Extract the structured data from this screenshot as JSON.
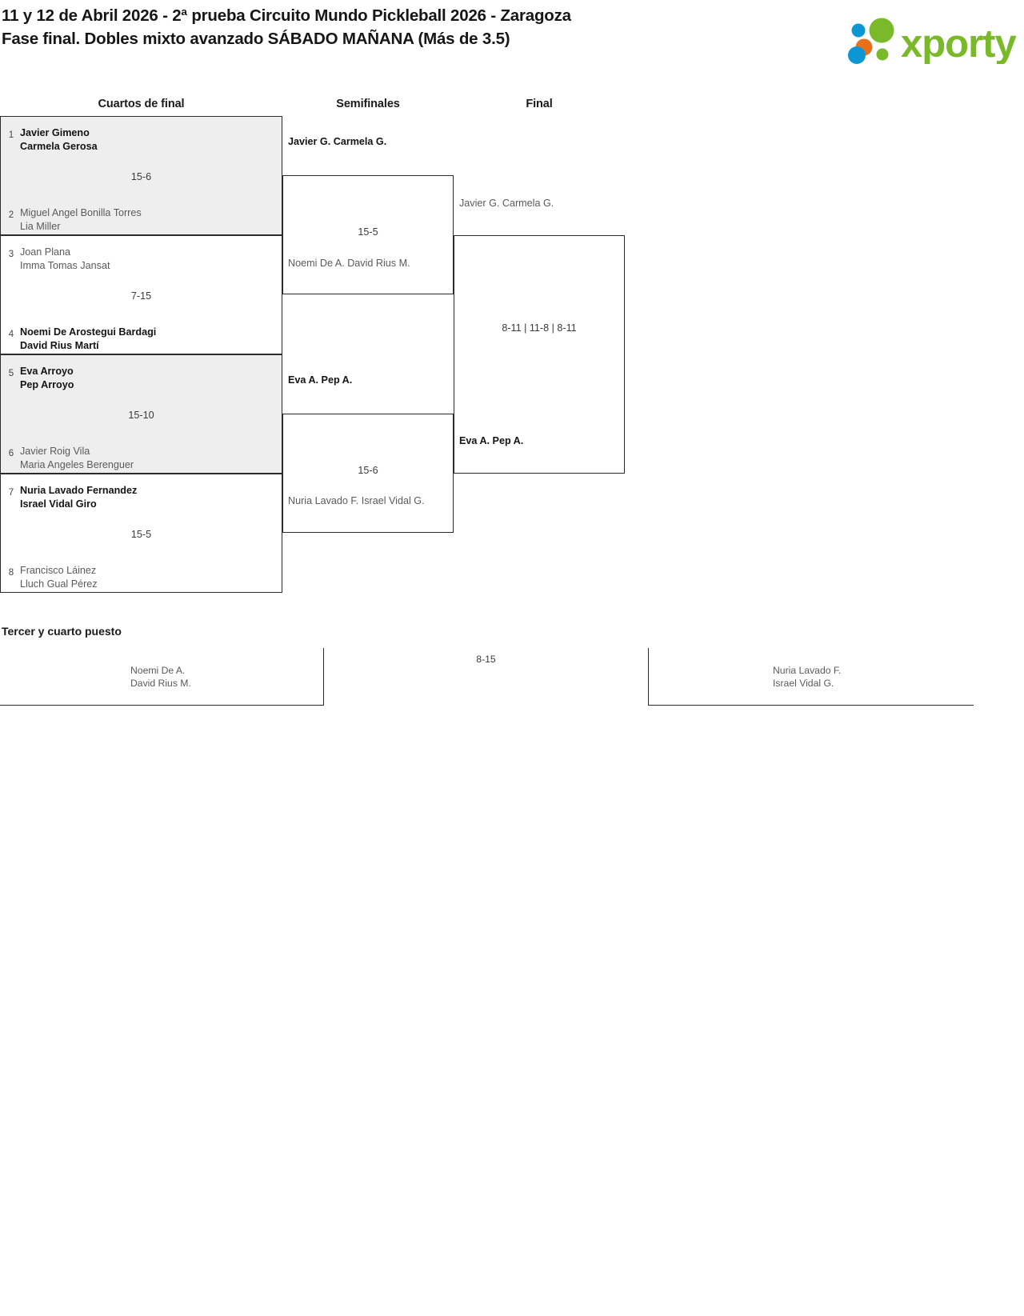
{
  "header": {
    "title_line1": "11 y 12 de Abril 2026 - 2ª prueba Circuito Mundo Pickleball 2026 - Zaragoza",
    "title_line2": "Fase final. Dobles mixto avanzado SÁBADO MAÑANA (Más de 3.5)",
    "logo": {
      "name": "xporty-logo",
      "wordmark": "xporty",
      "colors": {
        "green": "#7ab929",
        "blue": "#0d96d4",
        "orange": "#e8701a"
      }
    }
  },
  "rounds": {
    "quarterfinals_label": "Cuartos de final",
    "semifinals_label": "Semifinales",
    "final_label": "Final"
  },
  "quarterfinals": [
    {
      "shaded": true,
      "score": "15-6",
      "top": {
        "seed": "1",
        "player1": "Javier Gimeno",
        "player2": "Carmela Gerosa",
        "winner": true
      },
      "bottom": {
        "seed": "2",
        "player1": "Miguel Angel Bonilla Torres",
        "player2": "Lia Miller",
        "winner": false
      }
    },
    {
      "shaded": false,
      "score": "7-15",
      "top": {
        "seed": "3",
        "player1": "Joan Plana",
        "player2": "Imma Tomas Jansat",
        "winner": false
      },
      "bottom": {
        "seed": "4",
        "player1": "Noemi De Arostegui Bardagi",
        "player2": "David Rius Martí",
        "winner": true
      }
    },
    {
      "shaded": true,
      "score": "15-10",
      "top": {
        "seed": "5",
        "player1": "Eva Arroyo",
        "player2": "Pep Arroyo",
        "winner": true
      },
      "bottom": {
        "seed": "6",
        "player1": "Javier Roig Vila",
        "player2": "Maria Angeles Berenguer",
        "winner": false
      }
    },
    {
      "shaded": false,
      "score": "15-5",
      "top": {
        "seed": "7",
        "player1": "Nuria Lavado Fernandez",
        "player2": "Israel Vidal Giro",
        "winner": true
      },
      "bottom": {
        "seed": "8",
        "player1": "Francisco Láinez",
        "player2": "Lluch Gual Pérez",
        "winner": false
      }
    }
  ],
  "semifinals": [
    {
      "score": "15-5",
      "top": {
        "player1": "Javier G.",
        "player2": "Carmela G.",
        "winner": true
      },
      "bottom": {
        "player1": "Noemi De A.",
        "player2": "David Rius M.",
        "winner": false
      }
    },
    {
      "score": "15-6",
      "top": {
        "player1": "Eva A.",
        "player2": "Pep A.",
        "winner": true
      },
      "bottom": {
        "player1": "Nuria Lavado F.",
        "player2": "Israel Vidal G.",
        "winner": false
      }
    }
  ],
  "final": {
    "score": "8-11 | 11-8 | 8-11",
    "top": {
      "player1": "Javier G.",
      "player2": "Carmela G.",
      "winner": false
    },
    "bottom": {
      "player1": "Eva A.",
      "player2": "Pep A.",
      "winner": true
    }
  },
  "third_place": {
    "title": "Tercer y cuarto puesto",
    "score": "8-15",
    "left": {
      "player1": "Noemi De A.",
      "player2": "David Rius M.",
      "winner": false
    },
    "right": {
      "player1": "Nuria Lavado F.",
      "player2": "Israel Vidal G.",
      "winner": false
    }
  }
}
